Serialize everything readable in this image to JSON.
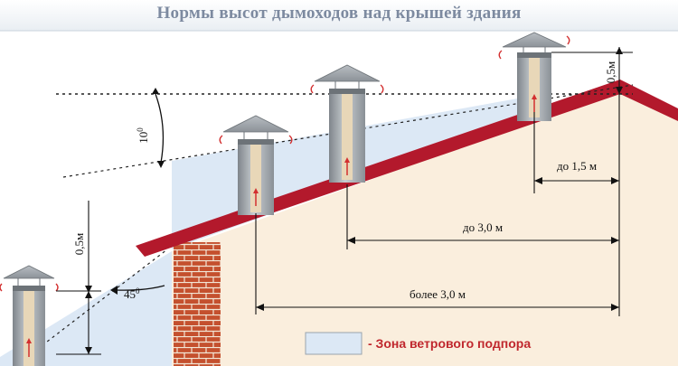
{
  "title": "Нормы высот дымоходов над крышей здания",
  "dimensions": {
    "angle_roof": "10",
    "angle_roof_unit": "0",
    "angle_ground": "45",
    "angle_ground_unit": "0",
    "height_left": "0,5м",
    "height_ridge": "0,5м",
    "dist_1": "до 1,5 м",
    "dist_2": "до 3,0 м",
    "dist_3": "более 3,0 м"
  },
  "legend": {
    "label": "- Зона ветрового подпора"
  },
  "colors": {
    "roof": "#b3192c",
    "wall": "#faeedd",
    "brick": "#c4502e",
    "pipe": "#a8adb2",
    "pipe_inner": "#e8d7b8",
    "wind_zone": "#dce8f5",
    "title": "#7d8aa0",
    "arrow": "#d32f2f"
  }
}
